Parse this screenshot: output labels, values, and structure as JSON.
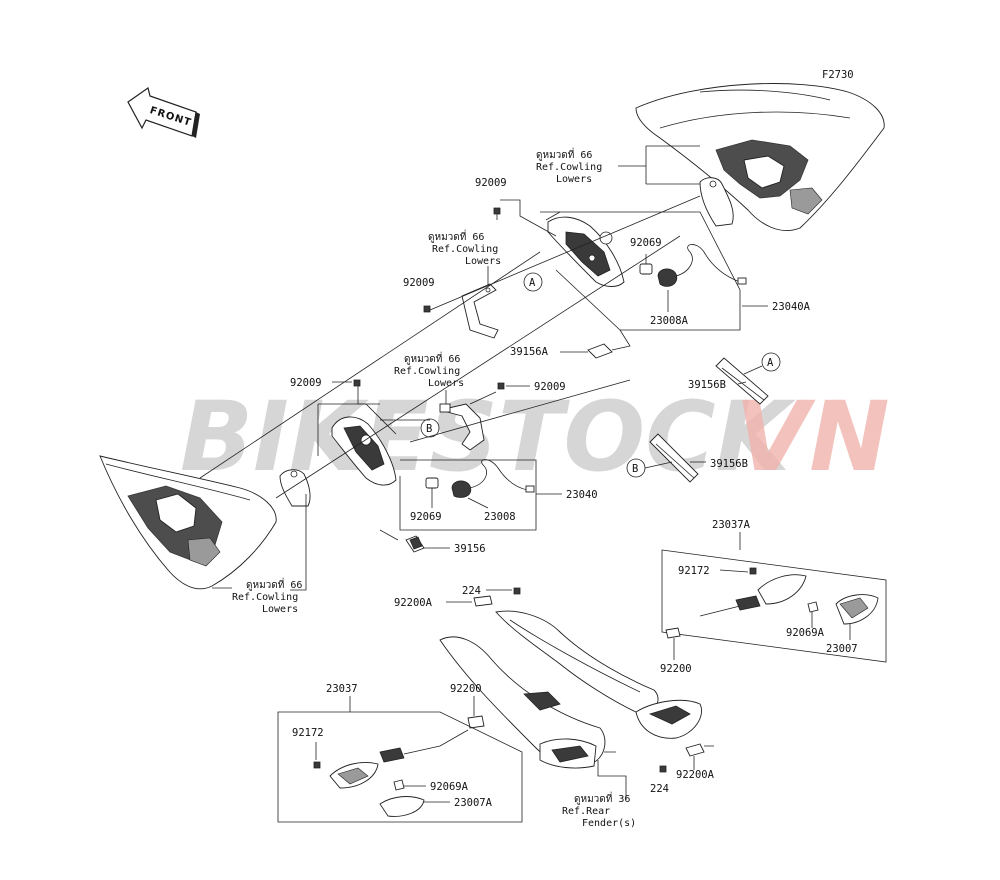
{
  "diagram_code": "F2730",
  "front_label": "FRONT",
  "watermark": {
    "part1": "BIKESTOCK",
    "part2": "VN",
    "color1": "#c9c9c9",
    "color2": "#f2b3ad"
  },
  "ref_cowling": {
    "line1": "ดูหมวดที่ 66",
    "line2": "Ref.Cowling",
    "line3": "Lowers"
  },
  "ref_fender": {
    "line1": "ดูหมวดที่ 36",
    "line2": "Ref.Rear",
    "line3": "Fender(s)"
  },
  "callouts": {
    "a": "A",
    "b": "B"
  },
  "parts": {
    "p92009": "92009",
    "p92069": "92069",
    "p92069a": "92069A",
    "p23008a": "23008A",
    "p23040a": "23040A",
    "p39156a": "39156A",
    "p39156b": "39156B",
    "p23040": "23040",
    "p23008": "23008",
    "p39156": "39156",
    "p23037a": "23037A",
    "p92172": "92172",
    "p23007": "23007",
    "p224": "224",
    "p92200a": "92200A",
    "p92200": "92200",
    "p23037": "23037",
    "p23007a": "23007A"
  }
}
